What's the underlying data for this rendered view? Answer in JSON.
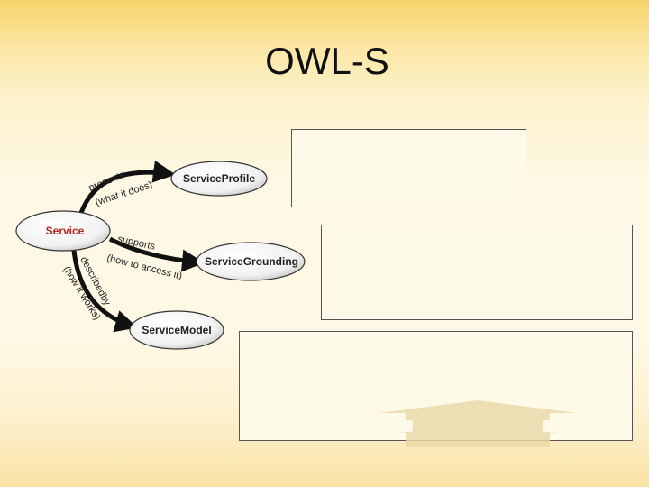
{
  "slide": {
    "title": "OWL-S"
  },
  "diagram": {
    "nodes": {
      "service": "Service",
      "profile": "ServiceProfile",
      "grounding": "ServiceGrounding",
      "model": "ServiceModel"
    },
    "edges": {
      "presents": "presents",
      "what_it_does": "(what it does)",
      "supports": "supports",
      "how_to_access": "(how to access it)",
      "described_by": "describedby",
      "how_it_works": "(how it works)"
    }
  },
  "colors": {
    "service_text": "#b3261e",
    "node_text": "#222222",
    "arrow": "#111111",
    "title": "#111111"
  }
}
